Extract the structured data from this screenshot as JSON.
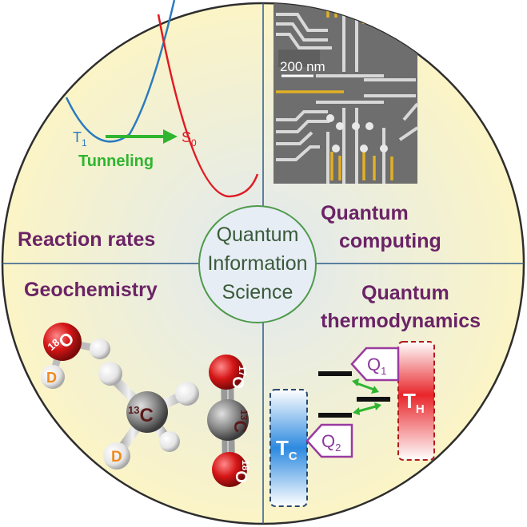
{
  "center": {
    "line1": "Quantum",
    "line2": "Information",
    "line3": "Science"
  },
  "quadrants": {
    "reaction_rates": {
      "label": "Reaction rates",
      "t1": "T",
      "t1_sub": "1",
      "s0": "S",
      "s0_sub": "0",
      "arrow_label": "Tunneling"
    },
    "quantum_computing": {
      "label_line1": "Quantum",
      "label_line2": "computing",
      "scale_bar": "200 nm"
    },
    "geochemistry": {
      "label": "Geochemistry",
      "o18_sup": "18",
      "o18": "O",
      "d1": "D",
      "d2": "D",
      "c13_sup": "13",
      "c13": "C",
      "o17_sup": "17",
      "o17": "O",
      "c13b_sup": "13",
      "c13b": "C",
      "o18b_sup": "18",
      "o18b": "O"
    },
    "quantum_thermodynamics": {
      "label_line1": "Quantum",
      "label_line2": "thermodynamics",
      "q1": "Q",
      "q1_sub": "1",
      "q2": "Q",
      "q2_sub": "2",
      "th": "T",
      "th_sub": "H",
      "tc": "T",
      "tc_sub": "C"
    }
  },
  "colors": {
    "label_purple": "#6b2366",
    "tunneling_green": "#2fb52f",
    "divider": "#2e5a8a",
    "curve_blue": "#2b7bbf",
    "curve_red": "#e01b24",
    "hot_red": "#e8262b",
    "cold_blue": "#2d8ae0"
  }
}
